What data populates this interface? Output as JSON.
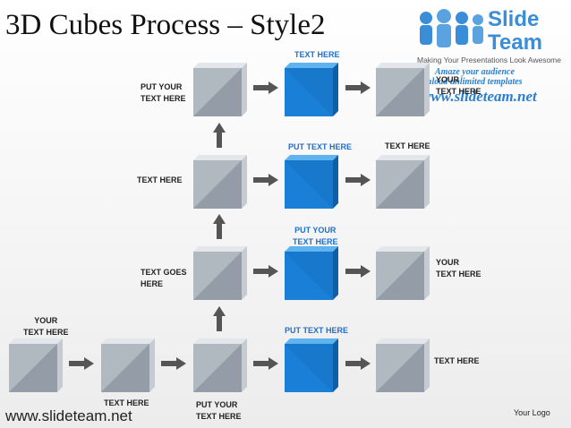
{
  "slide": {
    "title": "3D Cubes Process – Style2",
    "footer_url": "www.slideteam.net",
    "your_logo": "Your Logo"
  },
  "brand": {
    "slide_word": "Slide",
    "team_word": "Team",
    "tagline": "Making Your Presentations Look Awesome",
    "promo_line1": "Amaze your audience",
    "promo_line2": "Download unlimited templates",
    "promo_line3": "www.slideteam.net"
  },
  "labels": {
    "row1_left_a": "PUT YOUR",
    "row1_left_b": "TEXT HERE",
    "row1_top": "TEXT HERE",
    "row1_right_a": "YOUR",
    "row1_right_b": "TEXT HERE",
    "row2_mid": "PUT TEXT HERE",
    "row2_right": "TEXT HERE",
    "row2_left": "TEXT HERE",
    "row3_mid_a": "PUT YOUR",
    "row3_mid_b": "TEXT HERE",
    "row3_left_a": "TEXT GOES",
    "row3_left_b": "HERE",
    "row3_right_a": "YOUR",
    "row3_right_b": "TEXT HERE",
    "row4_farleft_a": "YOUR",
    "row4_farleft_b": "TEXT HERE",
    "row4_mid": "PUT TEXT HERE",
    "row4_right": "TEXT HERE",
    "bottom_1": "TEXT HERE",
    "bottom_2_a": "PUT YOUR",
    "bottom_2_b": "TEXT HERE"
  },
  "colors": {
    "cube_gray": "#9aa3ad",
    "cube_blue": "#1a7fd6",
    "arrow": "#555555"
  }
}
